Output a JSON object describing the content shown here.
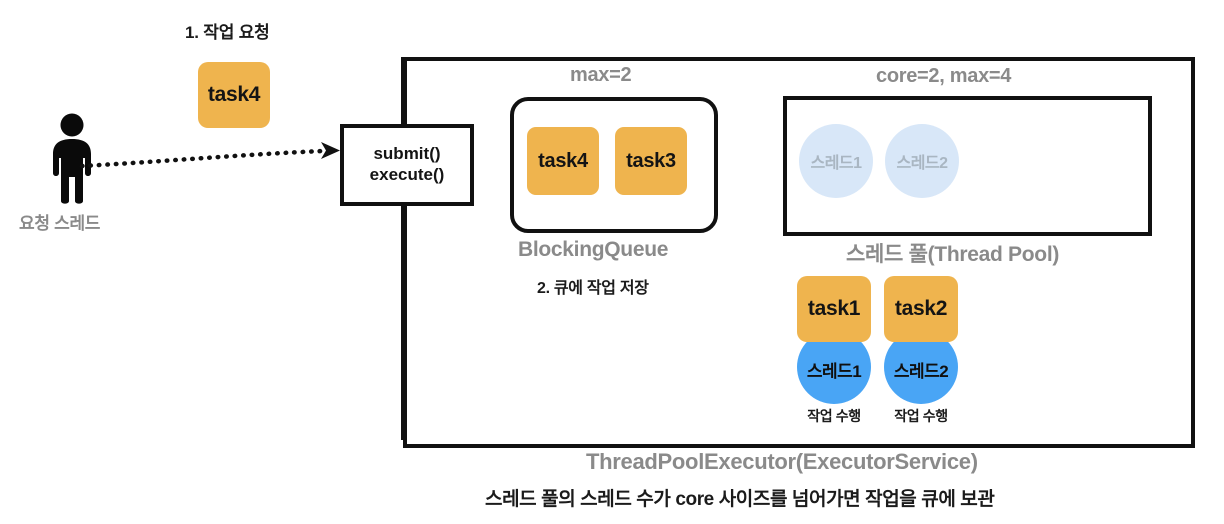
{
  "actor": {
    "icon": "person-icon",
    "label": "요청 스레드"
  },
  "steps": {
    "step1": "1. 작업 요청",
    "step2": "2. 큐에 작업 저장"
  },
  "incoming_task": {
    "label": "task4"
  },
  "entry_point": {
    "line1": "submit()",
    "line2": "execute()"
  },
  "queue": {
    "param_label": "max=2",
    "caption": "BlockingQueue",
    "tasks": [
      {
        "label": "task4"
      },
      {
        "label": "task3"
      }
    ]
  },
  "pool": {
    "param_label": "core=2, max=4",
    "caption": "스레드 풀(Thread Pool)",
    "idle_threads": [
      {
        "label": "스레드1"
      },
      {
        "label": "스레드2"
      }
    ]
  },
  "running": [
    {
      "task": "task1",
      "thread": "스레드1",
      "caption": "작업 수행"
    },
    {
      "task": "task2",
      "thread": "스레드2",
      "caption": "작업 수행"
    }
  ],
  "executor": {
    "title": "ThreadPoolExecutor(ExecutorService)",
    "note": "스레드 풀의 스레드 수가 core 사이즈를 넘어가면 작업을 큐에 보관"
  },
  "colors": {
    "task": "#efb44e",
    "active_thread": "#49a5f5",
    "idle_thread": "#d8e7f8",
    "idle_thread_text": "#a9b6c2",
    "stroke": "#111111",
    "caption_gray": "#8a8a8a",
    "text_dark": "#1b1b1b",
    "background": "#ffffff"
  }
}
